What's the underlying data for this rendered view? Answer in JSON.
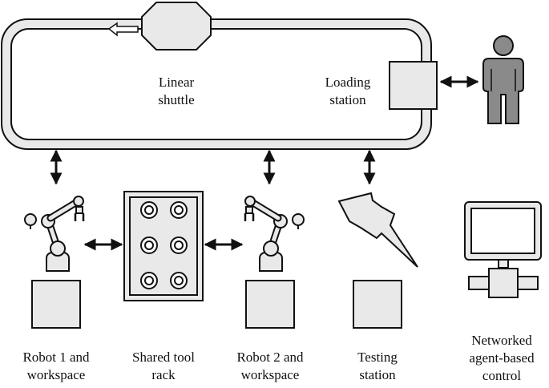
{
  "shuttle": {
    "line1": "Linear",
    "line2": "shuttle"
  },
  "loading_station": {
    "line1": "Loading",
    "line2": "station"
  },
  "robot1": {
    "line1": "Robot 1 and",
    "line2": "workspace"
  },
  "tool_rack": {
    "line1": "Shared tool",
    "line2": "rack"
  },
  "robot2": {
    "line1": "Robot 2 and",
    "line2": "workspace"
  },
  "testing": {
    "line1": "Testing",
    "line2": "station"
  },
  "control": {
    "line1": "Networked",
    "line2": "agent-based",
    "line3": "control"
  },
  "colors": {
    "fill": "#e9e9e9",
    "stroke": "#111111",
    "human": "#8a8a8a"
  },
  "icons": [
    "robot-arm-icon",
    "lightning-icon",
    "computer-icon",
    "person-icon",
    "shuttle-direction-arrow-icon"
  ]
}
